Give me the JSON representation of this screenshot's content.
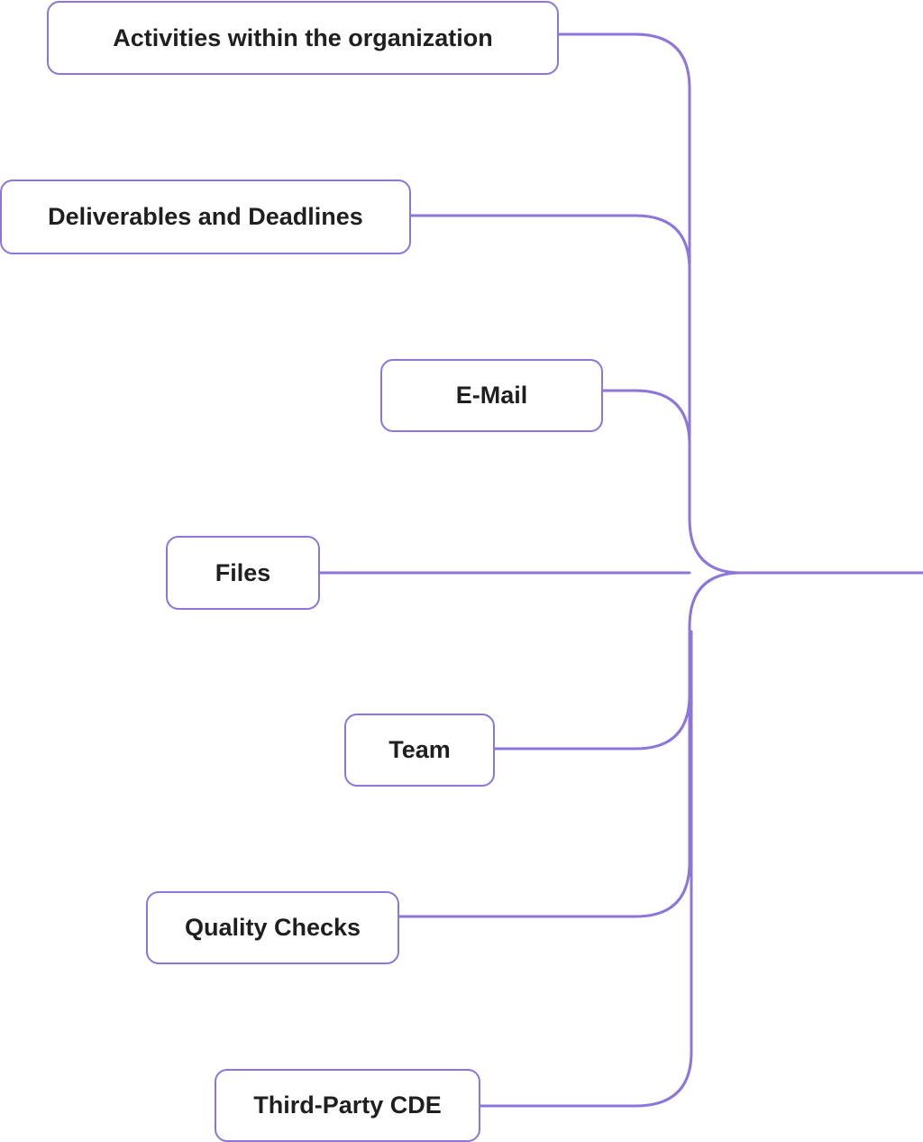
{
  "diagram": {
    "line_color": "#8d75d9",
    "nodes": [
      {
        "id": "activities",
        "label": "Activities within the organization"
      },
      {
        "id": "deliverables",
        "label": "Deliverables and Deadlines"
      },
      {
        "id": "email",
        "label": "E-Mail"
      },
      {
        "id": "files",
        "label": "Files"
      },
      {
        "id": "team",
        "label": "Team"
      },
      {
        "id": "quality",
        "label": "Quality Checks"
      },
      {
        "id": "thirdparty",
        "label": "Third-Party CDE"
      }
    ]
  }
}
